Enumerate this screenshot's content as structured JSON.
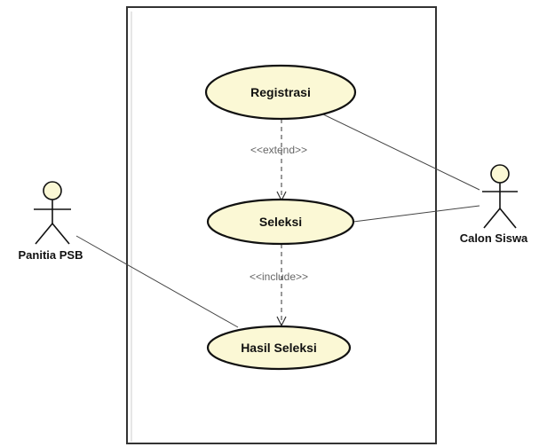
{
  "diagram": {
    "type": "use-case",
    "actors": [
      {
        "id": "panitia",
        "label": "Panitia PSB"
      },
      {
        "id": "calon",
        "label": "Calon Siswa"
      }
    ],
    "use_cases": [
      {
        "id": "registrasi",
        "label": "Registrasi"
      },
      {
        "id": "seleksi",
        "label": "Seleksi"
      },
      {
        "id": "hasil",
        "label": "Hasil Seleksi"
      }
    ],
    "relations": [
      {
        "id": "extend",
        "from": "registrasi",
        "to": "seleksi",
        "stereotype": "<<extend>>",
        "style": "dashed"
      },
      {
        "id": "include",
        "from": "seleksi",
        "to": "hasil",
        "stereotype": "<<include>>",
        "style": "dashed"
      },
      {
        "id": "assoc-calon-registrasi",
        "from": "calon",
        "to": "registrasi",
        "style": "solid"
      },
      {
        "id": "assoc-calon-seleksi",
        "from": "calon",
        "to": "seleksi",
        "style": "solid"
      },
      {
        "id": "assoc-panitia-hasil",
        "from": "panitia",
        "to": "hasil",
        "style": "solid"
      }
    ],
    "colors": {
      "use_case_fill": "#fbf8d5",
      "use_case_stroke": "#111111",
      "actor_fill": "#fbf8d5",
      "line": "#444444",
      "dashed_line": "#333333",
      "stereotype_text": "#666666",
      "boundary": "#333333"
    }
  }
}
